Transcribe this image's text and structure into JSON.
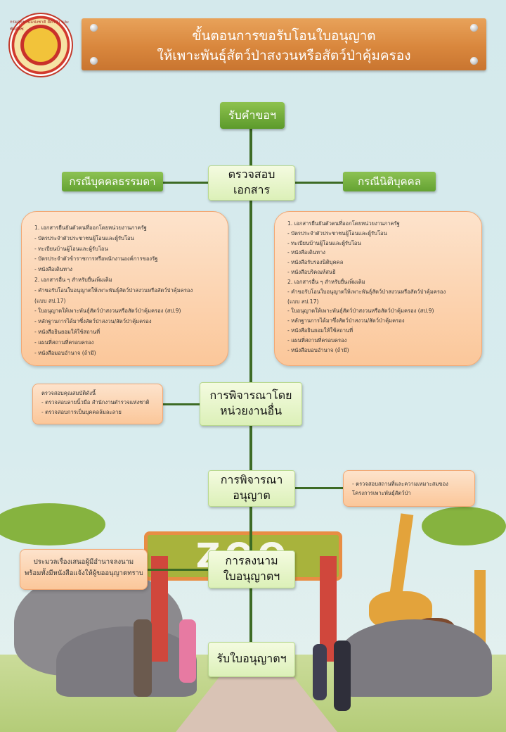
{
  "header": {
    "logo_text": "กรมอุทยานแห่งชาติ สัตว์ป่า และพันธุ์พืช",
    "title_line1": "ขั้นตอนการขอรับโอนใบอนุญาต",
    "title_line2": "ให้เพาะพันธุ์สัตว์ป่าสงวนหรือสัตว์ป่าคุ้มครอง"
  },
  "steps": {
    "receive": "รับคำขอฯ",
    "check_line1": "ตรวจสอบ",
    "check_line2": "เอกสาร",
    "other_line1": "การพิจารณาโดย",
    "other_line2": "หน่วยงานอื่น",
    "approve_line1": "การพิจารณา",
    "approve_line2": "อนุญาต",
    "sign_line1": "การลงนาม",
    "sign_line2": "ใบอนุญาตฯ",
    "receive_license": "รับใบอนุญาตฯ"
  },
  "cases": {
    "individual": "กรณีบุคคลธรรมดา",
    "juristic": "กรณีนิติบุคคล"
  },
  "individual_docs": [
    "1. เอกสารยืนยันตัวตนที่ออกโดยหน่วยงานภาครัฐ",
    "- บัตรประจำตัวประชาชนผู้โอนและผู้รับโอน",
    "- ทะเบียนบ้านผู้โอนและผู้รับโอน",
    "- บัตรประจำตัวข้าราชการหรือพนักงานองค์การของรัฐ",
    "- หนังสือเดินทาง",
    "2. เอกสารอื่น ๆ สำหรับยื่นเพิ่มเติม",
    "- คำขอรับโอนใบอนุญาตให้เพาะพันธุ์สัตว์ป่าสงวนหรือสัตว์ป่าคุ้มครอง",
    "(แบบ สป.17)",
    "- ใบอนุญาตให้เพาะพันธุ์สัตว์ป่าสงวนหรือสัตว์ป่าคุ้มครอง (สป.9)",
    "- หลักฐานการได้มาซึ่งสัตว์ป่าสงวน/สัตว์ป่าคุ้มครอง",
    "- หนังสือยินยอมให้ใช้สถานที่",
    "- แผนที่สถานที่ครอบครอง",
    "- หนังสือมอบอำนาจ (ถ้ามี)"
  ],
  "juristic_docs": [
    "1. เอกสารยืนยันตัวตนที่ออกโดยหน่วยงานภาครัฐ",
    "- บัตรประจำตัวประชาชนผู้โอนและผู้รับโอน",
    "- ทะเบียนบ้านผู้โอนและผู้รับโอน",
    "- หนังสือเดินทาง",
    "- หนังสือรับรองนิติบุคคล",
    "- หนังสือบริคณห์สนธิ",
    "2. เอกสารอื่น ๆ สำหรับยื่นเพิ่มเติม",
    "- คำขอรับโอนใบอนุญาตให้เพาะพันธุ์สัตว์ป่าสงวนหรือสัตว์ป่าคุ้มครอง",
    "(แบบ สป.17)",
    "- ใบอนุญาตให้เพาะพันธุ์สัตว์ป่าสงวนหรือสัตว์ป่าคุ้มครอง (สป.9)",
    "- หลักฐานการได้มาซึ่งสัตว์ป่าสงวน/สัตว์ป่าคุ้มครอง",
    "- หนังสือยินยอมให้ใช้สถานที่",
    "- แผนที่สถานที่ครอบครอง",
    "- หนังสือมอบอำนาจ (ถ้ามี)"
  ],
  "other_agency_notes": [
    "ตรวจสอบคุณสมบัติดังนี้",
    "- ตรวจสอบลายนิ้วมือ สำนักงานตำรวจแห่งชาติ",
    "- ตรวจสอบการเป็นบุคคลล้มละลาย"
  ],
  "approve_notes": [
    "- ตรวจสอบสถานที่และความเหมาะสมของ",
    "โครงการเพาะพันธุ์สัตว์ป่า"
  ],
  "sign_notes": [
    "ประมวลเรื่องเสนอผู้มีอำนาจลงนาม",
    "พร้อมทั้งมีหนังสือแจ้งให้ผู้ขออนุญาตทราบ"
  ],
  "scene": {
    "gate_sign": "ZOO"
  }
}
